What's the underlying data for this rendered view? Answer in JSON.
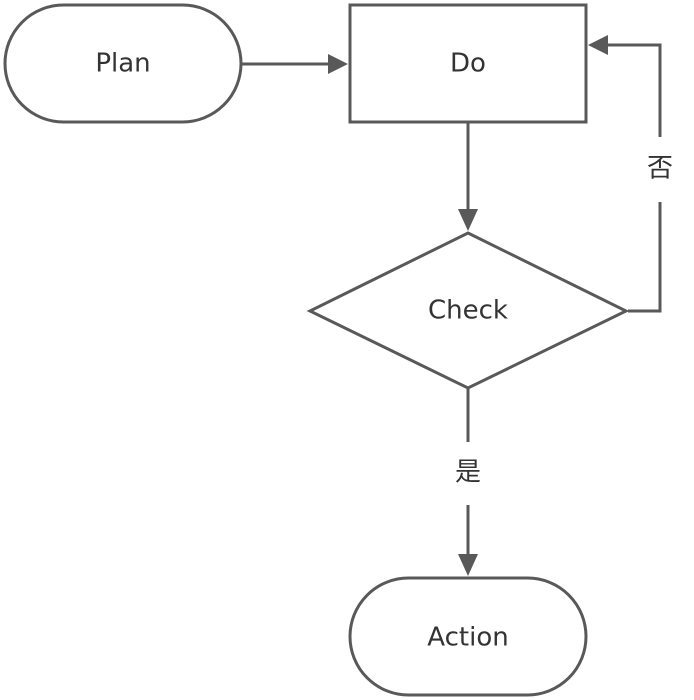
{
  "nodes": {
    "plan": "Plan",
    "do": "Do",
    "check": "Check",
    "action": "Action"
  },
  "edges": {
    "no": "否",
    "yes": "是"
  },
  "colors": {
    "stroke": "#595959",
    "text": "#333333",
    "background": "#ffffff"
  }
}
